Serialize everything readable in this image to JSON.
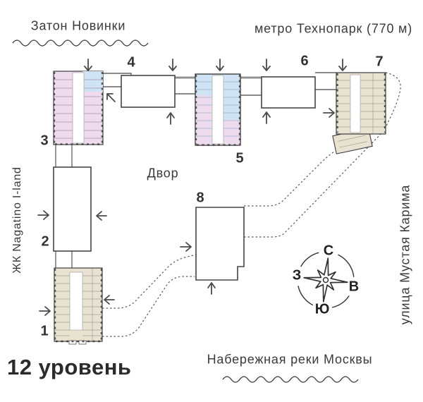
{
  "plan": {
    "level_label": "12 уровень",
    "courtyard_label": "Двор"
  },
  "landmarks": {
    "top_left": "Затон Новинки",
    "top_right": "метро Технопарк (770 м)",
    "left_vertical": "ЖК Nagatino I-land",
    "right_vertical": "улица Мустая Карима",
    "bottom": "Набережная реки Москвы"
  },
  "compass": {
    "north": "С",
    "east": "В",
    "south": "Ю",
    "west": "З"
  },
  "buildings": [
    {
      "num": "1",
      "style": "detailed-beige"
    },
    {
      "num": "2",
      "style": "outline"
    },
    {
      "num": "3",
      "style": "detailed-pink"
    },
    {
      "num": "4",
      "style": "outline"
    },
    {
      "num": "5",
      "style": "detailed-blue-pink"
    },
    {
      "num": "6",
      "style": "outline"
    },
    {
      "num": "7",
      "style": "detailed-beige"
    },
    {
      "num": "8",
      "style": "outline"
    }
  ],
  "colors": {
    "outline": "#454545",
    "detail_outline": "#3c3c3c",
    "corridor": "#919191",
    "arrow": "#4a4a4a",
    "dots": "#5a5a5a",
    "text": "#3a3a3a",
    "title": "#2b2b2b",
    "pink": "#eedcee",
    "blue": "#cfe3f4",
    "beige": "#e8e2d2",
    "pink_line": "#a595ab",
    "blue_line": "#9fb4d0",
    "beige_line": "#a89f8c",
    "water": "#3a3a3a"
  }
}
